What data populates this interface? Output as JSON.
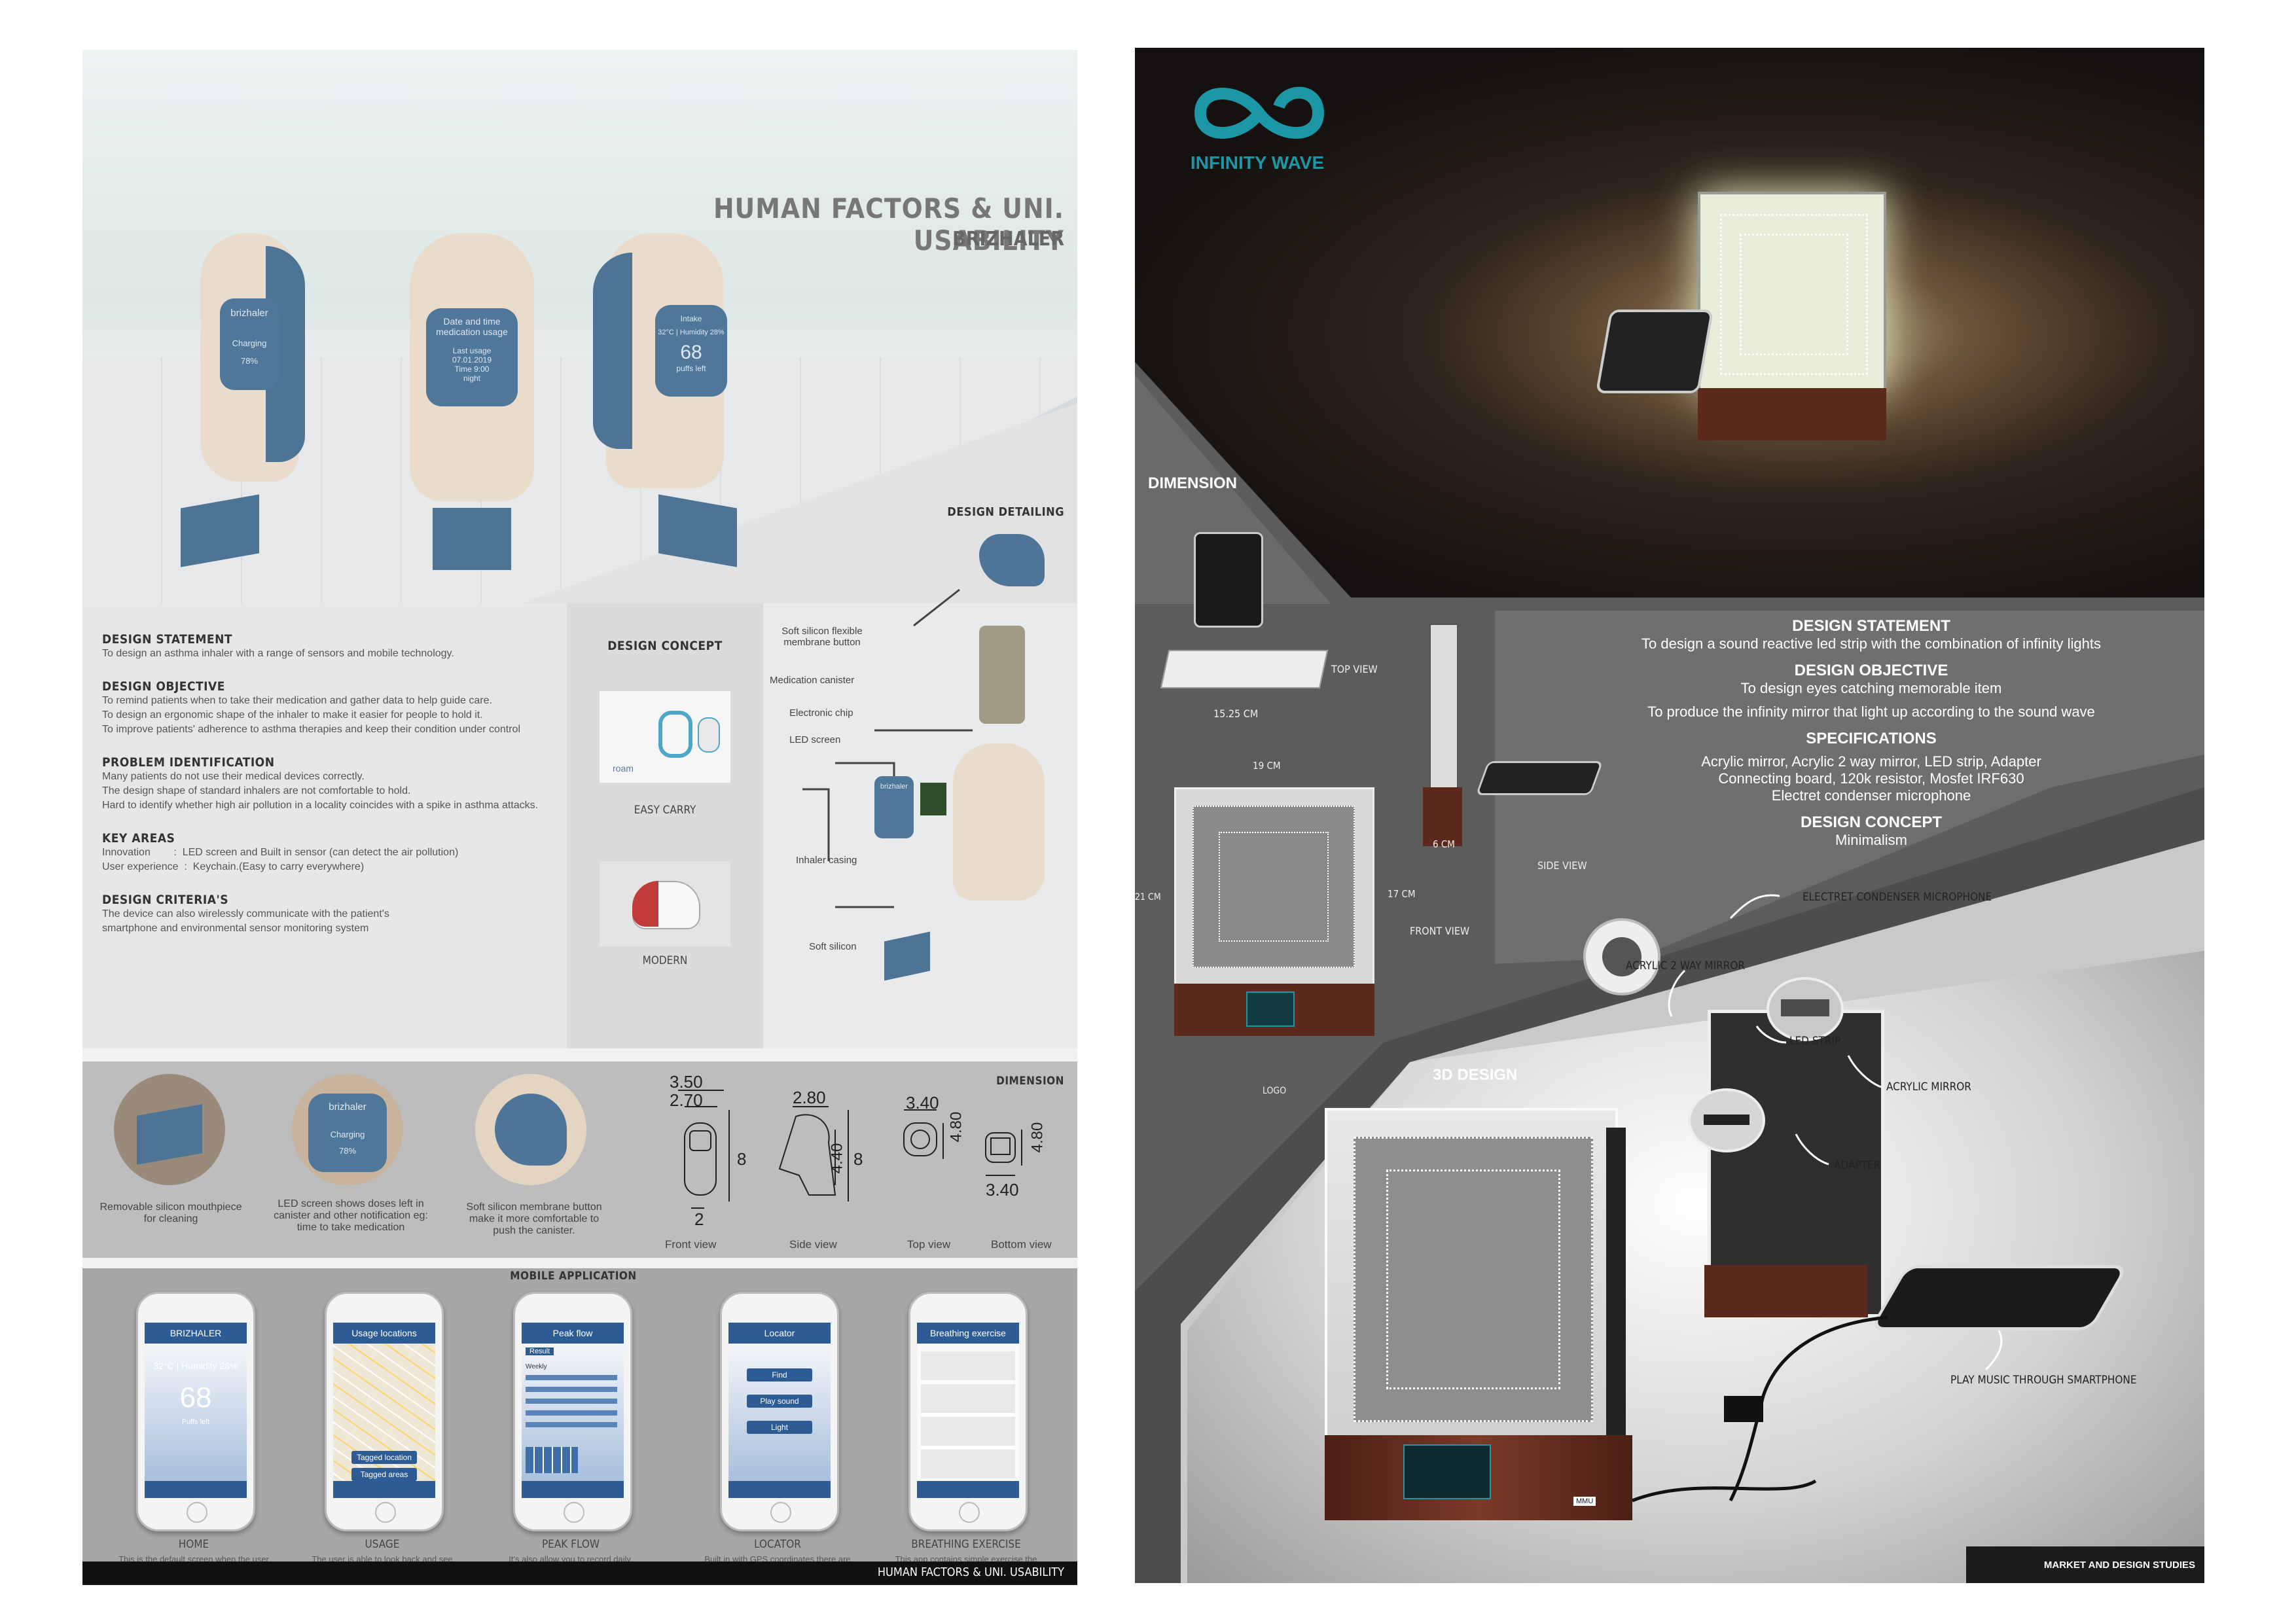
{
  "left": {
    "title": "HUMAN FACTORS & UNI. USABILITY",
    "subtitle": "BRIZHALER",
    "hero_screens": [
      {
        "brand": "brizhaler",
        "status": "Charging",
        "sub": "78%"
      },
      {
        "line1": "Date and time",
        "line2": "medication usage",
        "line3": "Last usage",
        "line4": "07.01.2019",
        "line5": "Time 9:00",
        "line6": "night"
      },
      {
        "line1": "Intake",
        "line2": "32°C | Humidity 28%",
        "big": "68",
        "line3": "puffs left"
      }
    ],
    "statement_heading": "DESIGN STATEMENT",
    "statement_text": "To design an asthma inhaler with a range of sensors and mobile technology.",
    "objective_heading": "DESIGN OBJECTIVE",
    "objective_lines": [
      "To remind patients when to take their medication and gather data to help guide care.",
      "To design an ergonomic shape of the inhaler to make it easier for people to hold it.",
      "To improve patients' adherence to asthma therapies and keep their condition under control"
    ],
    "problem_heading": "PROBLEM IDENTIFICATION",
    "problem_lines": [
      "Many patients do not use their medical devices correctly.",
      "The design shape of standard inhalers are not comfortable to hold.",
      "Hard to identify whether high air pollution in a locality coincides with a spike in asthma attacks."
    ],
    "key_heading": "KEY AREAS",
    "key_lines": [
      "Innovation        :  LED screen and Built in sensor (can detect the air pollution)",
      "User experience  :  Keychain.(Easy to carry everywhere)"
    ],
    "criteria_heading": "DESIGN CRITERIA'S",
    "criteria_lines": [
      "The device can also wirelessly communicate with the patient's",
      "smartphone and environmental sensor monitoring system"
    ],
    "concept_heading": "DESIGN CONCEPT",
    "concept_item1": "EASY CARRY",
    "concept_item1_brand": "roam",
    "concept_item2": "MODERN",
    "detailing_heading": "DESIGN DETAILING",
    "detailing_labels": [
      "Soft silicon flexible membrane button",
      "Medication canister",
      "Electronic chip",
      "LED screen",
      "Inhaler casing",
      "Soft silicon"
    ],
    "detailing_screen_text": "brizhaler",
    "dimension_heading": "DIMENSION",
    "feature_captions": [
      "Removable silicon mouthpiece for cleaning",
      "LED screen shows doses left in canister and other notification eg: time to take medication",
      "Soft silicon membrane button make it more comfortable to push the canister."
    ],
    "feature_screen": {
      "brand": "brizhaler",
      "status": "Charging",
      "sub": "78%"
    },
    "views": [
      {
        "caption": "Front view",
        "dims": [
          "3.50",
          "2.70",
          "8",
          "2"
        ]
      },
      {
        "caption": "Side view",
        "dims": [
          "2.80",
          "4.40",
          "8"
        ]
      },
      {
        "caption": "Top view",
        "dims": [
          "3.40",
          "4.80"
        ]
      },
      {
        "caption": "Bottom view",
        "dims": [
          "4.80",
          "3.40"
        ]
      }
    ],
    "mobile_heading": "MOBILE APPLICATION",
    "screens": [
      {
        "title": "HOME",
        "bar": "BRIZHALER",
        "desc": "This is the default screen when the user opens the APP. Instantly can see how many doses are left.",
        "body1": "32°C | Humidity 28%",
        "big": "68",
        "body2": "Puffs left"
      },
      {
        "title": "USAGE",
        "bar": "Usage locations",
        "desc": "The user is able to look back and see all the locations, dates and time where they needed to user their inhaler.",
        "btn1": "Tagged location",
        "btn2": "Tagged areas"
      },
      {
        "title": "PEAK FLOW",
        "bar": "Peak flow",
        "desc": "It's also allow you to record daily, weekly and monthly result so the user can see any changes in their in their asthma.",
        "chip": "Result",
        "row1": "Weekly"
      },
      {
        "title": "LOCATOR",
        "bar": "Locator",
        "desc": "Built in with GPS coordinates there are tab features that may aid in the search for your inhaler, a beeping sound and a LED flash.",
        "btn1": "Find",
        "btn2": "Play sound",
        "btn3": "Light"
      },
      {
        "title": "BREATHING EXERCISE",
        "bar": "Breathing exercise",
        "desc": "This app contains simple exercise the user can follow during an attack to help calm the lung."
      }
    ],
    "footer": "HUMAN FACTORS & UNI. USABILITY"
  },
  "right": {
    "logo": "INFINITY WAVE",
    "dimension_heading": "DIMENSION",
    "top_view": "TOP VIEW",
    "top_dim": "15.25 CM",
    "side_view": "SIDE VIEW",
    "side_dim": "6 CM",
    "front_view": "FRONT VIEW",
    "front_w": "19 CM",
    "front_h_left": "21 CM",
    "front_h_right": "17 CM",
    "logo_label": "LOGO",
    "statement_heading": "DESIGN STATEMENT",
    "statement_text": "To design a sound reactive led strip with the combination of infinity lights",
    "objective_heading": "DESIGN OBJECTIVE",
    "objective_lines": [
      "To design eyes catching memorable item",
      "To produce the infinity mirror that light up according to the sound wave"
    ],
    "spec_heading": "SPECIFICATIONS",
    "spec_lines": [
      "Acrylic mirror, Acrylic 2 way mirror, LED strip, Adapter",
      "Connecting board, 120k resistor, Mosfet IRF630",
      "Electret condenser microphone"
    ],
    "concept_heading": "DESIGN CONCEPT",
    "concept_text": "Minimalism",
    "design3d_heading": "3D DESIGN",
    "component_labels": [
      "ELECTRET CONDENSER MICROPHONE",
      "LED STRIP",
      "ADAPTER",
      "ACRYLIC 2 WAY MIRROR",
      "ACRYLIC MIRROR",
      "PLAY MUSIC THROUGH SMARTPHONE"
    ],
    "badge": "MMU",
    "footer": "MARKET AND DESIGN STUDIES"
  }
}
